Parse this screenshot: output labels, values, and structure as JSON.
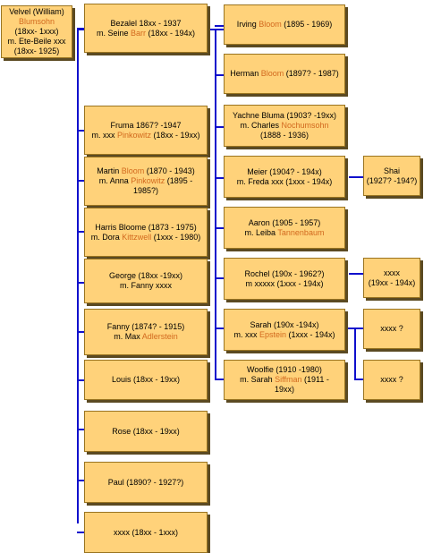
{
  "colors": {
    "box": "#ffd27a",
    "border": "#9a7420",
    "shadow": "#5b4a22",
    "line": "#1010cc",
    "highlight": "#d2691e"
  },
  "root": [
    [
      {
        "t": "Velvel  (William)"
      }
    ],
    [
      {
        "t": "Blumsohn",
        "h": true
      }
    ],
    [
      {
        "t": "(18xx- 1xxx)"
      }
    ],
    [
      {
        "t": "m. Ete-Beile xxx"
      }
    ],
    [
      {
        "t": "(18xx- 1925)"
      }
    ]
  ],
  "children": [
    [
      [
        {
          "t": "Bezalel 18xx - 1937"
        }
      ],
      [
        {
          "t": "m.   Seine "
        },
        {
          "t": "Barr",
          "h": true
        },
        {
          "t": " (18xx - 194x)"
        }
      ]
    ],
    [
      [
        {
          "t": "Fruma  1867? -1947"
        }
      ],
      [
        {
          "t": "m. xxx "
        },
        {
          "t": "Pinkowitz",
          "h": true
        },
        {
          "t": " (18xx - 19xx)"
        }
      ]
    ],
    [
      [
        {
          "t": "Martin "
        },
        {
          "t": "Bloom",
          "h": true
        },
        {
          "t": " (1870 - 1943)"
        }
      ],
      [
        {
          "t": "m. Anna "
        },
        {
          "t": "Pinkowitz",
          "h": true
        },
        {
          "t": " (1895 -"
        }
      ],
      [
        {
          "t": "1985?)"
        }
      ]
    ],
    [
      [
        {
          "t": "Harris Bloome (1873 - 1975)"
        }
      ],
      [
        {
          "t": "m. Dora "
        },
        {
          "t": "Kittzwell",
          "h": true
        },
        {
          "t": " (1xxx - 1980)"
        }
      ]
    ],
    [
      [
        {
          "t": "George  (18xx -19xx)"
        }
      ],
      [
        {
          "t": "m. Fanny xxxx"
        }
      ]
    ],
    [
      [
        {
          "t": "Fanny (1874? - 1915)"
        }
      ],
      [
        {
          "t": "m. Max "
        },
        {
          "t": "Adlerstein",
          "h": true
        }
      ]
    ],
    [
      [
        {
          "t": "Louis (18xx - 19xx)"
        }
      ]
    ],
    [
      [
        {
          "t": "Rose (18xx - 19xx)"
        }
      ]
    ],
    [
      [
        {
          "t": "Paul (1890? - 1927?)"
        }
      ]
    ],
    [
      [
        {
          "t": "xxxx (18xx - 1xxx)"
        }
      ]
    ]
  ],
  "grandchildren": [
    [
      [
        {
          "t": "Irving "
        },
        {
          "t": "Bloom",
          "h": true
        },
        {
          "t": " (1895 - 1969)"
        }
      ]
    ],
    [
      [
        {
          "t": "Herman "
        },
        {
          "t": "Bloom",
          "h": true
        },
        {
          "t": " (1897? - 1987)"
        }
      ]
    ],
    [
      [
        {
          "t": "Yachne Bluma (1903? -19xx)"
        }
      ],
      [
        {
          "t": "m. Charles "
        },
        {
          "t": "Nochumsohn",
          "h": true
        }
      ],
      [
        {
          "t": "(1888 - 1936)"
        }
      ]
    ],
    [
      [
        {
          "t": "Meier  (1904? - 194x)"
        }
      ],
      [
        {
          "t": "m. Freda xxx (1xxx - 194x)"
        }
      ]
    ],
    [
      [
        {
          "t": "Aaron (1905 - 1957)"
        }
      ],
      [
        {
          "t": "m. Leiba "
        },
        {
          "t": "Tannenbaum",
          "h": true
        }
      ]
    ],
    [
      [
        {
          "t": "Rochel (190x - 1962?)"
        }
      ],
      [
        {
          "t": "m xxxxx (1xxx - 194x)"
        }
      ]
    ],
    [
      [
        {
          "t": "Sarah (190x -194x)"
        }
      ],
      [
        {
          "t": "m. xxx "
        },
        {
          "t": "Epstein",
          "h": true
        },
        {
          "t": " (1xxx - 194x)"
        }
      ]
    ],
    [
      [
        {
          "t": "Woolfie (1910 -1980)"
        }
      ],
      [
        {
          "t": "m. Sarah "
        },
        {
          "t": "Siffman",
          "h": true
        },
        {
          "t": " (1911 -"
        }
      ],
      [
        {
          "t": "19xx)"
        }
      ]
    ]
  ],
  "great_grandchildren": [
    [
      [
        {
          "t": "Shai"
        }
      ],
      [
        {
          "t": "(1927? -194?)"
        }
      ]
    ],
    [
      [
        {
          "t": "xxxx"
        }
      ],
      [
        {
          "t": "(19xx - 194x)"
        }
      ]
    ],
    [
      [
        {
          "t": "xxxx ?"
        }
      ]
    ],
    [
      [
        {
          "t": "xxxx ?"
        }
      ]
    ]
  ]
}
